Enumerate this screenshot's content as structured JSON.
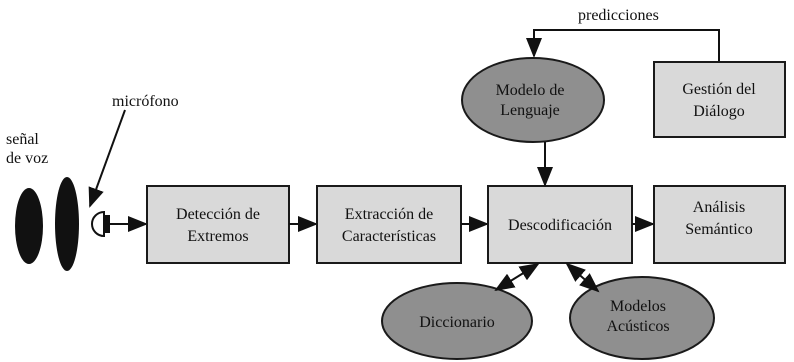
{
  "diagram": {
    "signal": {
      "line1": "señal",
      "line2": "de voz"
    },
    "microphone_label": "micrófono",
    "predictions_label": "predicciones",
    "nodes": {
      "endpoint": {
        "line1": "Detección de",
        "line2": "Extremos"
      },
      "features": {
        "line1": "Extracción de",
        "line2": "Características"
      },
      "decoding": {
        "line1": "Descodificación"
      },
      "semantic": {
        "line1": "Análisis",
        "line2": "Semántico"
      },
      "dialogue": {
        "line1": "Gestión del",
        "line2": "Diálogo"
      },
      "language_model": {
        "line1": "Modelo de",
        "line2": "Lenguaje"
      },
      "dictionary": {
        "line1": "Diccionario"
      },
      "acoustic_models": {
        "line1": "Modelos",
        "line2": "Acústicos"
      }
    }
  }
}
